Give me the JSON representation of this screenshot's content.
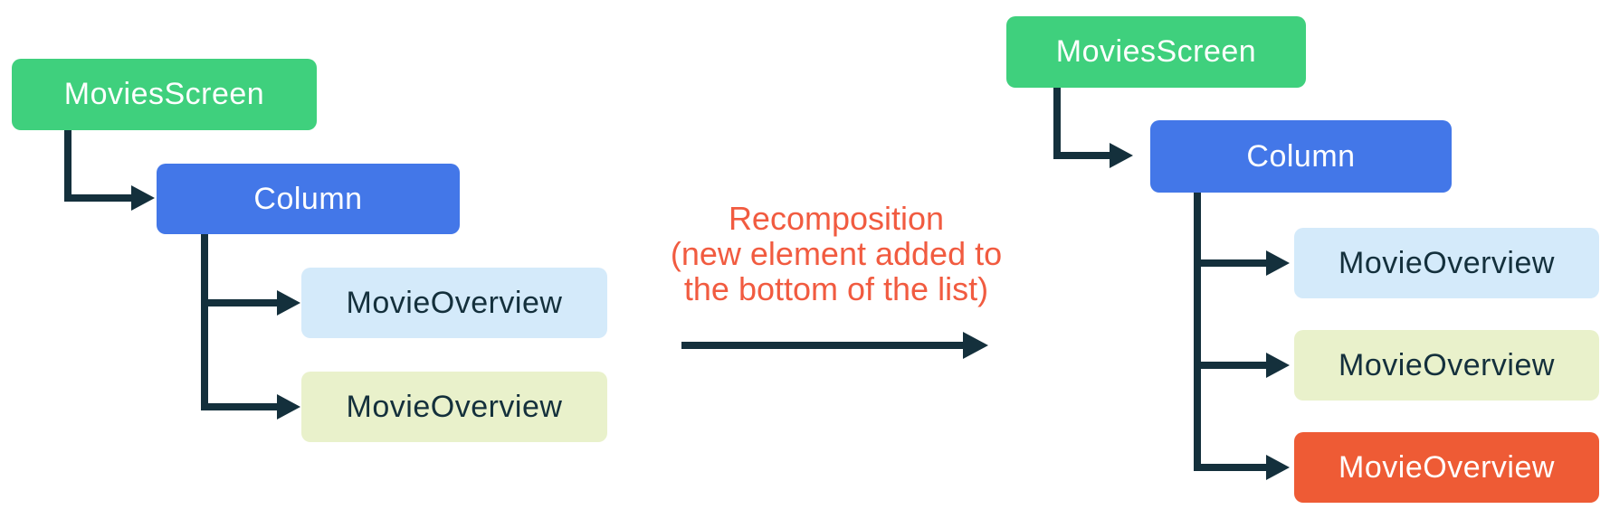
{
  "colors": {
    "green": "#3fd07d",
    "blue": "#4377e8",
    "light_blue": "#d4eafa",
    "light_yellow": "#e9f1cb",
    "orange": "#ee5b35",
    "navy": "#14303c",
    "caption": "#f15b40",
    "box_text_light": "#ffffff"
  },
  "left_tree": {
    "root": {
      "label": "MoviesScreen"
    },
    "column": {
      "label": "Column"
    },
    "children": [
      {
        "label": "MovieOverview"
      },
      {
        "label": "MovieOverview"
      }
    ]
  },
  "caption": {
    "line1": "Recomposition",
    "line2": "(new element added to",
    "line3": "the bottom of the list)"
  },
  "right_tree": {
    "root": {
      "label": "MoviesScreen"
    },
    "column": {
      "label": "Column"
    },
    "children": [
      {
        "label": "MovieOverview"
      },
      {
        "label": "MovieOverview"
      },
      {
        "label": "MovieOverview"
      }
    ]
  }
}
